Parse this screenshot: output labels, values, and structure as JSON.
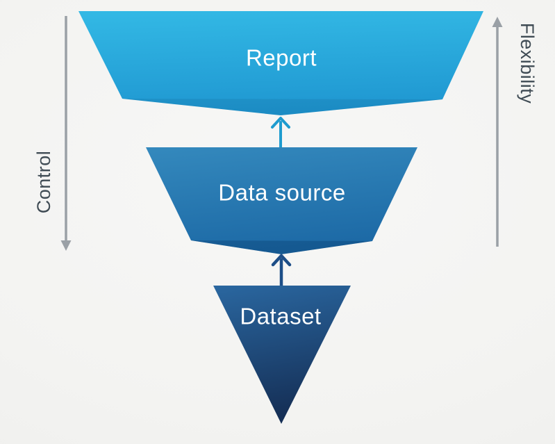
{
  "diagram": {
    "name": "control-flexibility-funnel",
    "levels": [
      {
        "label": "Report"
      },
      {
        "label": "Data source"
      },
      {
        "label": "Dataset"
      }
    ],
    "left_axis": {
      "label": "Control",
      "direction": "down"
    },
    "right_axis": {
      "label": "Flexibility",
      "direction": "up"
    },
    "colors": {
      "report_top": "#33b9e5",
      "report_bottom": "#1f97d1",
      "report_facet": "#1f90c6",
      "datasource_top": "#3489bd",
      "datasource_bottom": "#1d6aa6",
      "datasource_facet": "#1a5a8e",
      "dataset_top": "#2a67a0",
      "dataset_bottom": "#152f56",
      "arrow_to_report": "#1f9ccf",
      "arrow_to_datasource": "#1d4e87",
      "rail": "#9aa0a6",
      "axis_text": "#3f4b54",
      "layer_text": "#ffffff",
      "background": "#f4f4f2"
    }
  }
}
